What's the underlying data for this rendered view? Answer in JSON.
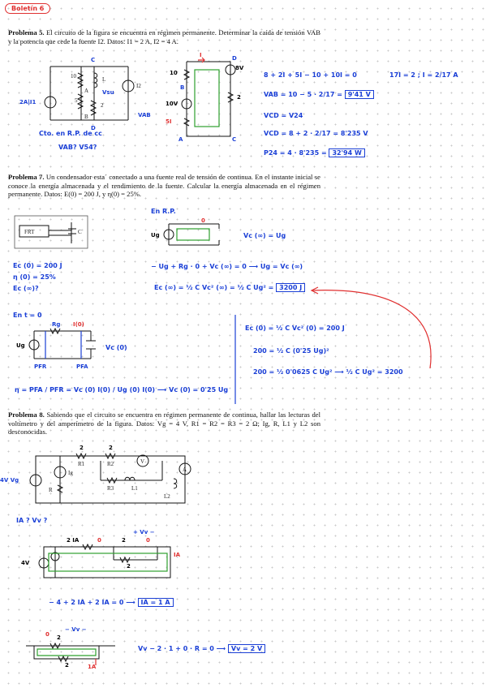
{
  "header": {
    "tag": "Boletín 6"
  },
  "p5": {
    "title": "Problema 5.",
    "statement": "El circuito de la figura se encuentra en régimen permanente. Determinar la caída de tensión VAB y la potencia que cede la fuente I2. Datos: I1 = 2 A, I2 = 4 A.",
    "fig_labels": {
      "c": "C",
      "d": "D",
      "a": "A",
      "b": "B",
      "r10": "10",
      "r5": "5",
      "r2": "2",
      "l": "L",
      "i1": "2A|I1",
      "i2": "I2",
      "vsu": "Vsu"
    },
    "notes": [
      "Cto. en R.P. de cc",
      "VAB? V54?"
    ],
    "circuit2_labels": {
      "r10": "10",
      "r5": "5I",
      "v10": "10V",
      "v8": "8V",
      "r2": "2",
      "i": "I",
      "a": "A",
      "b": "B",
      "c": "C",
      "d": "D",
      "vab": "VAB"
    },
    "eq1": "8 + 2I + 5I − 10 + 10I = 0",
    "eq1b": "17I = 2 ; I = 2/17 A",
    "eq2": "VAB = 10 − 5 · 2/17 =",
    "eq2_result": "9'41 V",
    "eq3": "VCD = V24",
    "eq4": "VCD = 8 + 2 · 2/17 = 8'235 V",
    "eq5": "P24 = 4 · 8'235 =",
    "eq5_result": "32'94 W"
  },
  "p7": {
    "title": "Problema 7.",
    "statement": "Un condensador esta´ conectado a una fuente real de tensión de continua. En el instante inicial se conoce la energía almacenada y el rendimiento de la fuente. Calcular la energía almacenada en el régimen permanente. Datos: E(0) = 200 J, y η(0) = 25%.",
    "frt": "FRT",
    "c_label": "C",
    "given": [
      "Ec (0) = 200 J",
      "η (0) = 25%",
      "Ec (∞)?"
    ],
    "rp_title": "En R.P.",
    "rp_labels": {
      "ug": "Ug",
      "o": "0",
      "vc": "Vc (∞) = Ug"
    },
    "eq1": "− Ug + Rg · 0 + Vc (∞) = 0  ⟶  Ug = Vc (∞)",
    "eq2": "Ec (∞) = ½ C Vc² (∞) = ½ C Ug² =",
    "eq2_result": "3200 J",
    "t0_title": "En t = 0",
    "t0_labels": {
      "rg": "Rg",
      "i0": "I(0)",
      "ug": "Ug",
      "vc": "Vc (0)",
      "pfr": "PFR",
      "pfa": "PFA"
    },
    "eff": "η = PFA / PFR = Vc (0) I(0) / Ug (0) I(0)  ⟶  Vc (0) = 0'25 Ug",
    "rhs": [
      "Ec (0) = ½ C Vc² (0) = 200 J",
      "200 = ½ C (0'25 Ug)²",
      "200 = ½ 0'0625 C Ug²  ⟶  ½ C Ug² = 3200"
    ]
  },
  "p8": {
    "title": "Problema 8.",
    "statement": "Sabiendo que el circuito se encuentra en régimen permanente de continua, hallar las lecturas del voltímetro y del amperímetro de la figura. Datos: Vg = 4 V, R1 = R2 = R3 = 2 Ω; Ig, R, L1 y L2 son desconocidas.",
    "fig_labels": {
      "vg": "4V Vg",
      "ig": "Ig",
      "r": "R",
      "r1": "R1",
      "r2": "R2",
      "r3": "R3",
      "l1": "L1",
      "l2": "L2",
      "v": "V",
      "a": "A",
      "two1": "2",
      "two2": "2"
    },
    "q": "IA ? Vv ?",
    "c2_labels": {
      "v4": "4V",
      "ia": "2 IA",
      "o1": "0",
      "two": "2",
      "o2": "0",
      "vv": "+ Vv −",
      "ia2": "IA",
      "two2": "2"
    },
    "eq1": "− 4 + 2 IA + 2 IA = 0  ⟶",
    "eq1_result": "IA = 1 A",
    "c3_labels": {
      "o": "0",
      "two": "2",
      "vv": "− Vv −",
      "two2": "2",
      "a1": "1A"
    },
    "eq2": "Vv − 2 · 1 + 0 · R = 0  ⟶",
    "eq2_result": "Vv = 2 V"
  }
}
